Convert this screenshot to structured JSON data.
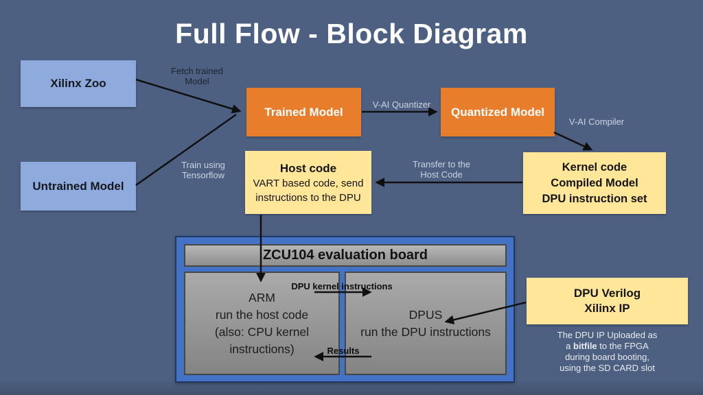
{
  "title": "Full Flow - Block Diagram",
  "colors": {
    "bg": "#4e6082",
    "bg_bottom": "#42526e",
    "title_text": "#ffffff",
    "box_blue": "#8faadc",
    "box_orange": "#e87d2c",
    "box_yellow": "#ffe699",
    "board_fill": "#4472c4",
    "board_border": "#1f3864",
    "label_light": "#ccd3df",
    "label_dark": "#1c2230",
    "arrow": "#101010"
  },
  "boxes": {
    "xilinx_zoo": "Xilinx Zoo",
    "untrained_model": "Untrained Model",
    "trained_model": "Trained Model",
    "quantized_model": "Quantized Model",
    "host_code": {
      "title": "Host code",
      "body": "VART based code, send\ninstructions to the DPU"
    },
    "kernel_code": {
      "text": "Kernel code\nCompiled Model\nDPU instruction set"
    },
    "dpu_verilog": {
      "text": "DPU Verilog\nXilinx IP"
    }
  },
  "board": {
    "header": "ZCU104 evaluation board",
    "arm": "ARM\nrun the host code\n(also: CPU kernel\ninstructions)",
    "dpus": "DPUS\nrun the DPU instructions"
  },
  "arrow_labels": {
    "fetch": "Fetch trained\nModel",
    "quantizer": "V-AI Quantizer",
    "compiler": "V-AI Compiler",
    "train": "Train using\nTensorflow",
    "transfer": "Transfer to the\nHost Code",
    "dpu_kernel": "DPU kernel instructions",
    "results": "Results"
  },
  "footnote": {
    "pre": "The DPU IP Uploaded as\na ",
    "bold": "bitfile",
    "post": " to the FPGA\nduring board booting,\nusing the SD CARD slot"
  }
}
